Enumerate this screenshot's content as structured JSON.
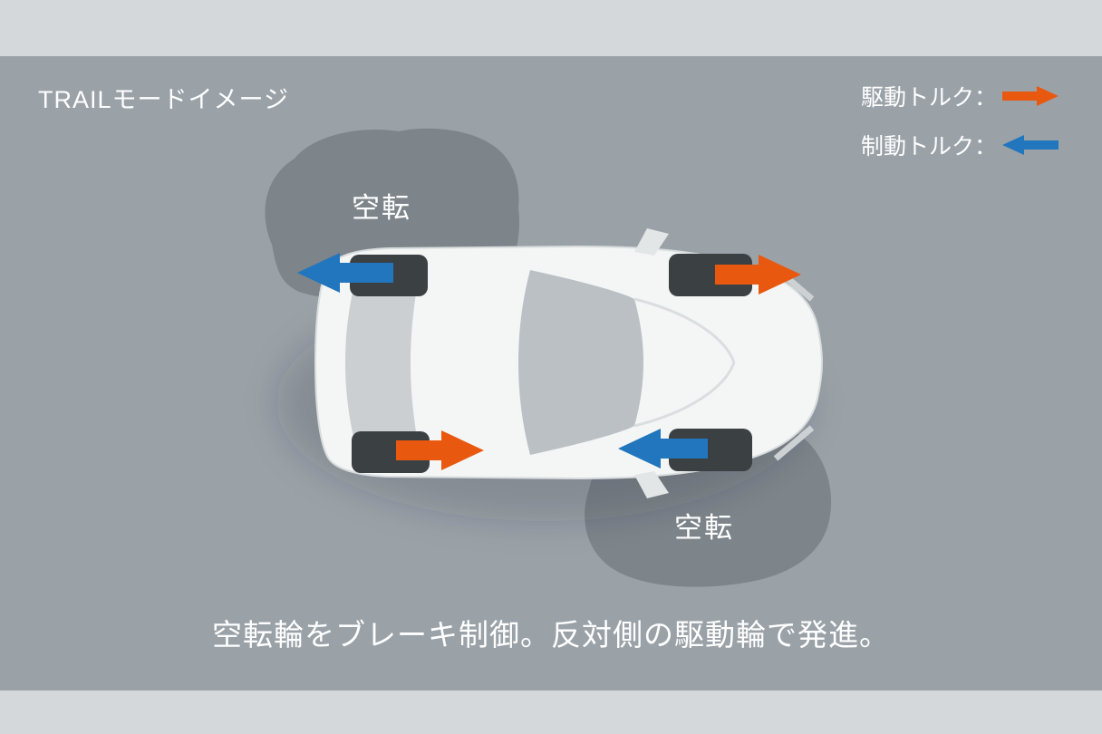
{
  "title": "TRAILモードイメージ",
  "legend": {
    "drive_label": "駆動トルク：",
    "brake_label": "制動トルク："
  },
  "slip_labels": {
    "rear_left": "空転",
    "front_right": "空転"
  },
  "caption": "空転輪をブレーキ制御。反対側の駆動輪で発進。",
  "colors": {
    "drive_arrow": "#e8590f",
    "brake_arrow": "#2176bd",
    "panel": "#9aa2a8",
    "band": "#d5d8da",
    "slip_patch": "#7d858b",
    "tire": "#3b4043",
    "car_body": "#f4f6f6"
  }
}
